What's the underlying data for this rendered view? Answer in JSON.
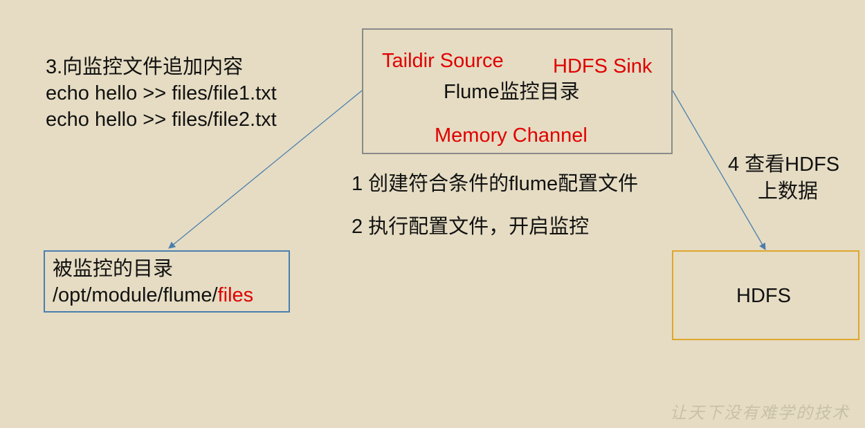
{
  "step3": {
    "title": "3.向监控文件追加内容",
    "cmd1": "echo hello >> files/file1.txt",
    "cmd2": "echo hello >> files/file2.txt"
  },
  "flume": {
    "source": "Taildir Source",
    "sink": "HDFS Sink",
    "title": "Flume监控目录",
    "channel": "Memory Channel"
  },
  "steps": {
    "step1": "1 创建符合条件的flume配置文件",
    "step2": "2 执行配置文件，开启监控"
  },
  "step4": {
    "line1": "4 查看HDFS",
    "line2": "上数据"
  },
  "monitored_dir": {
    "title": "被监控的目录",
    "path_prefix": "/opt/module/flume/",
    "path_highlight": "files"
  },
  "hdfs": {
    "label": "HDFS"
  },
  "watermark": "让天下没有难学的技术",
  "colors": {
    "background": "#e5dcc3",
    "highlight": "#e00000",
    "flume_border": "#8a8a8a",
    "dir_border": "#4a7ead",
    "hdfs_border": "#e0a52a",
    "arrow": "#4a7ead"
  }
}
